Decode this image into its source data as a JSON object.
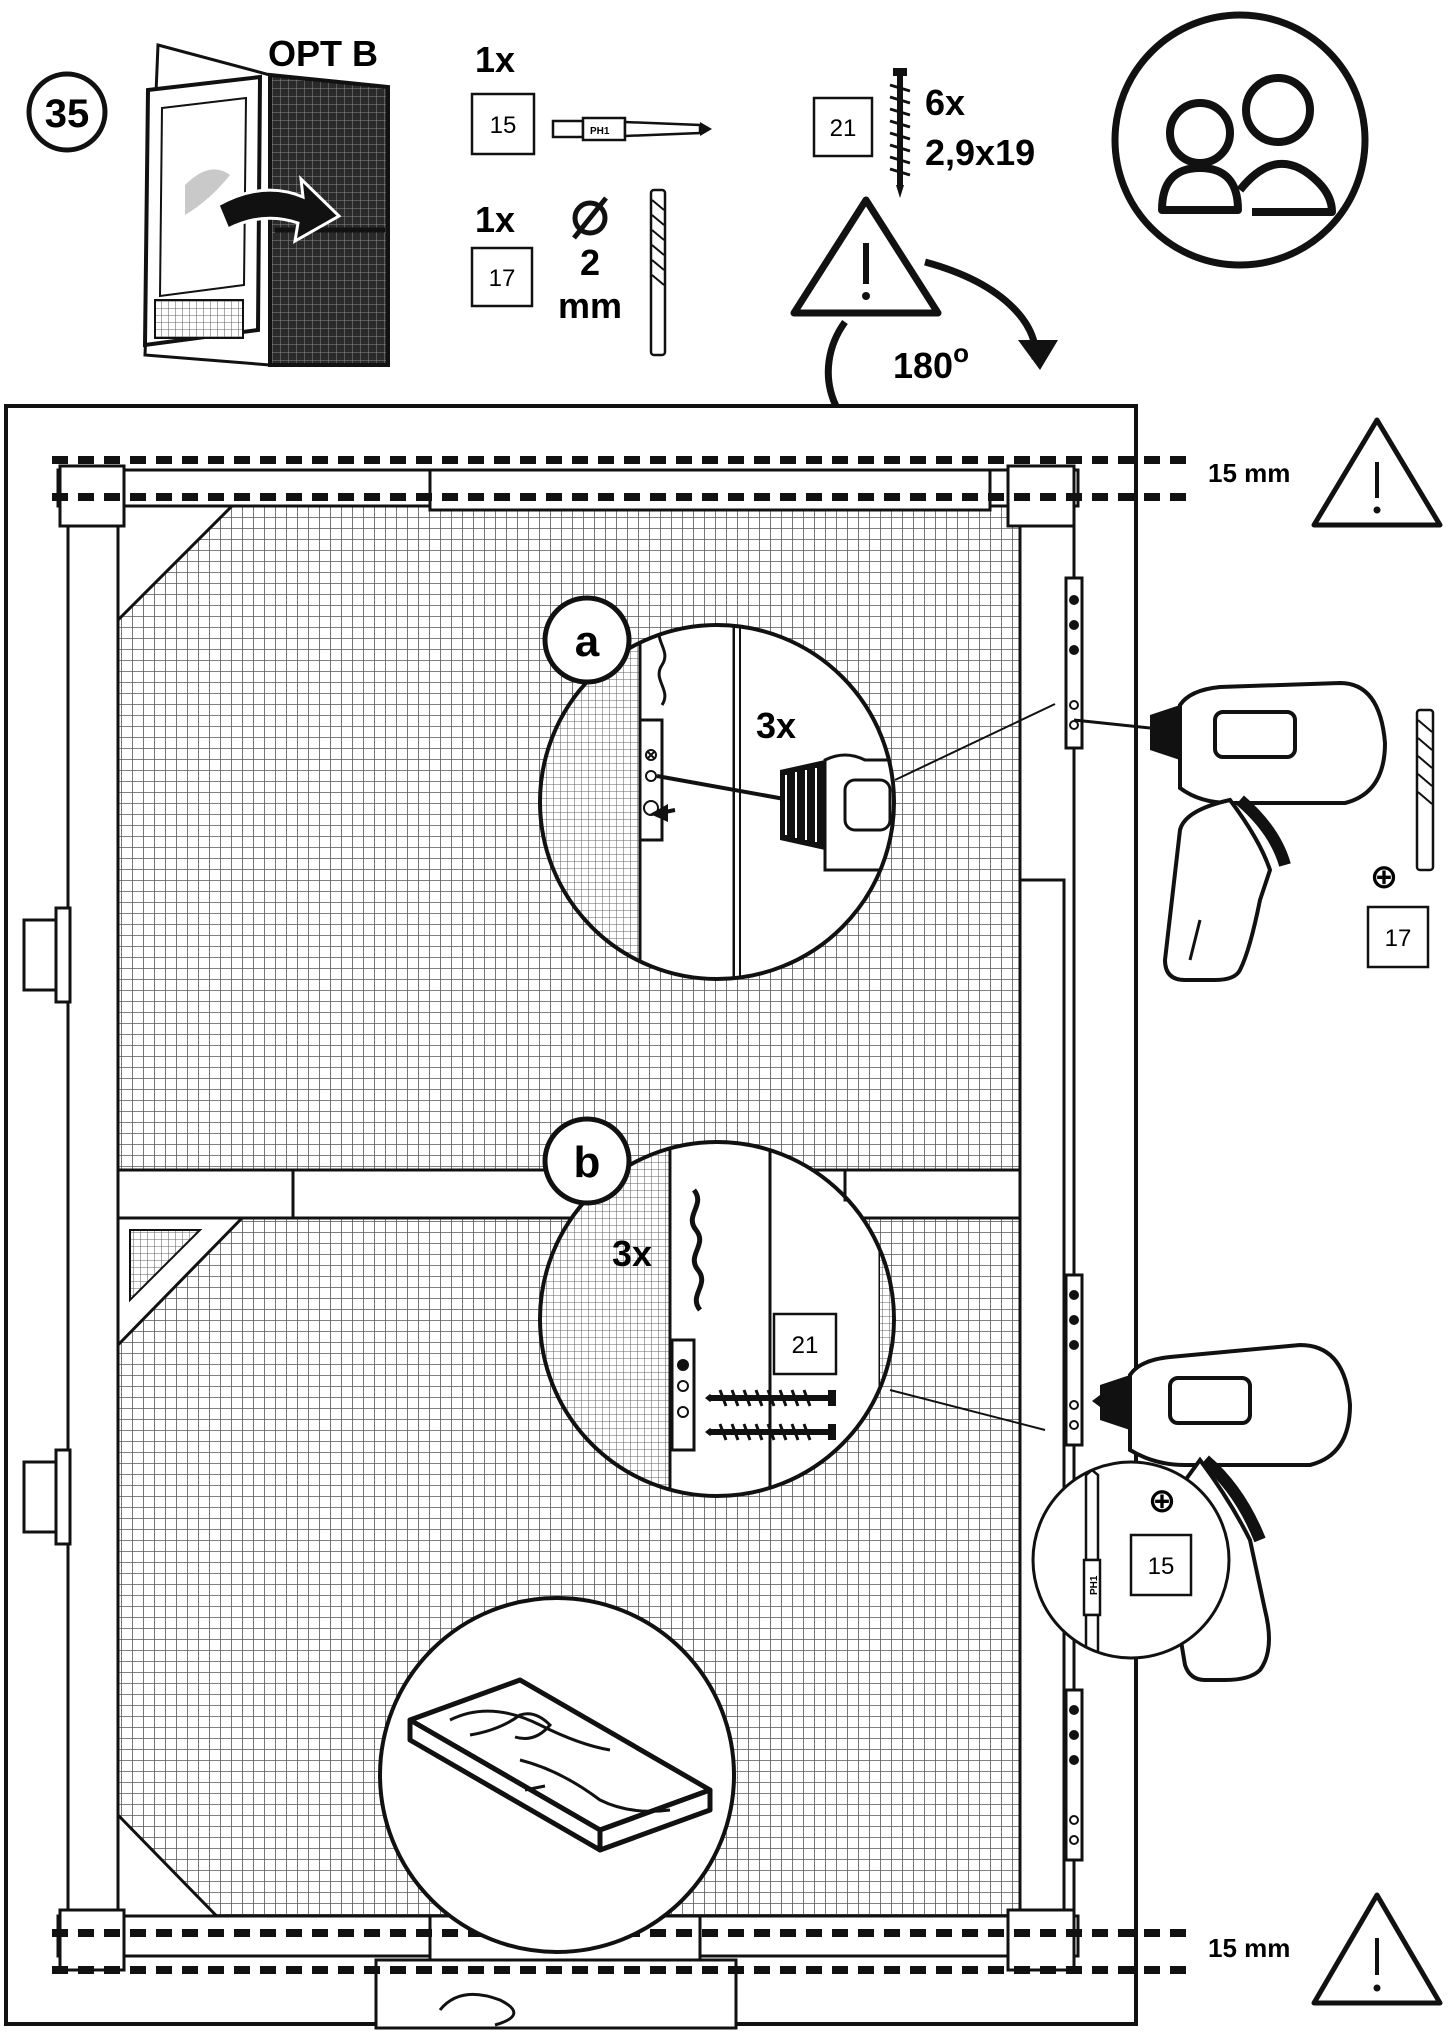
{
  "step": {
    "number": "35",
    "option": "OPT B"
  },
  "parts": {
    "bit": {
      "qty": "1x",
      "part": "15",
      "bit_text": "PH1"
    },
    "drill": {
      "qty": "1x",
      "part": "17",
      "diameter_value": "2",
      "diameter_unit": "mm"
    },
    "screws": {
      "part": "21",
      "qty": "6x",
      "size": "2,9x19"
    }
  },
  "rotation": {
    "base": "180",
    "unit": "o"
  },
  "clearance": {
    "top": "15 mm",
    "bottom": "15 mm"
  },
  "details": {
    "a": {
      "letter": "a",
      "count": "3x"
    },
    "b": {
      "letter": "b",
      "count": "3x",
      "part": "21"
    }
  },
  "tools": {
    "drill_part": "17",
    "drill_plus": "⊕",
    "driver_part": "15",
    "driver_plus": "⊕"
  },
  "icons": {
    "two_people": "people-icon",
    "warning": "warning-icon",
    "rotate": "rotate-arrow-icon"
  }
}
